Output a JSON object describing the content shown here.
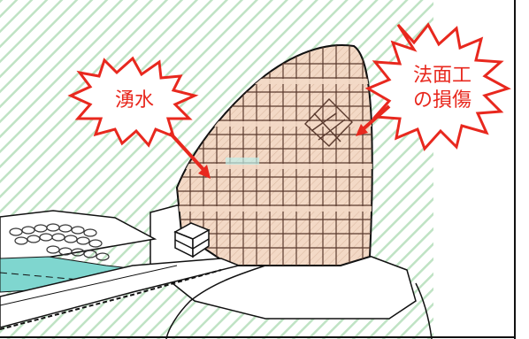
{
  "labels": {
    "spring_water": "湧水",
    "slope_damage_line1": "法面工",
    "slope_damage_line2": "の損傷"
  },
  "colors": {
    "background_hatch": "#bfe3c4",
    "slope_fill": "#f3d9c6",
    "slope_grid": "#5a3a2e",
    "callout_red": "#e8281e",
    "water_cyan": "#7fd6cf",
    "outline": "#111111"
  }
}
